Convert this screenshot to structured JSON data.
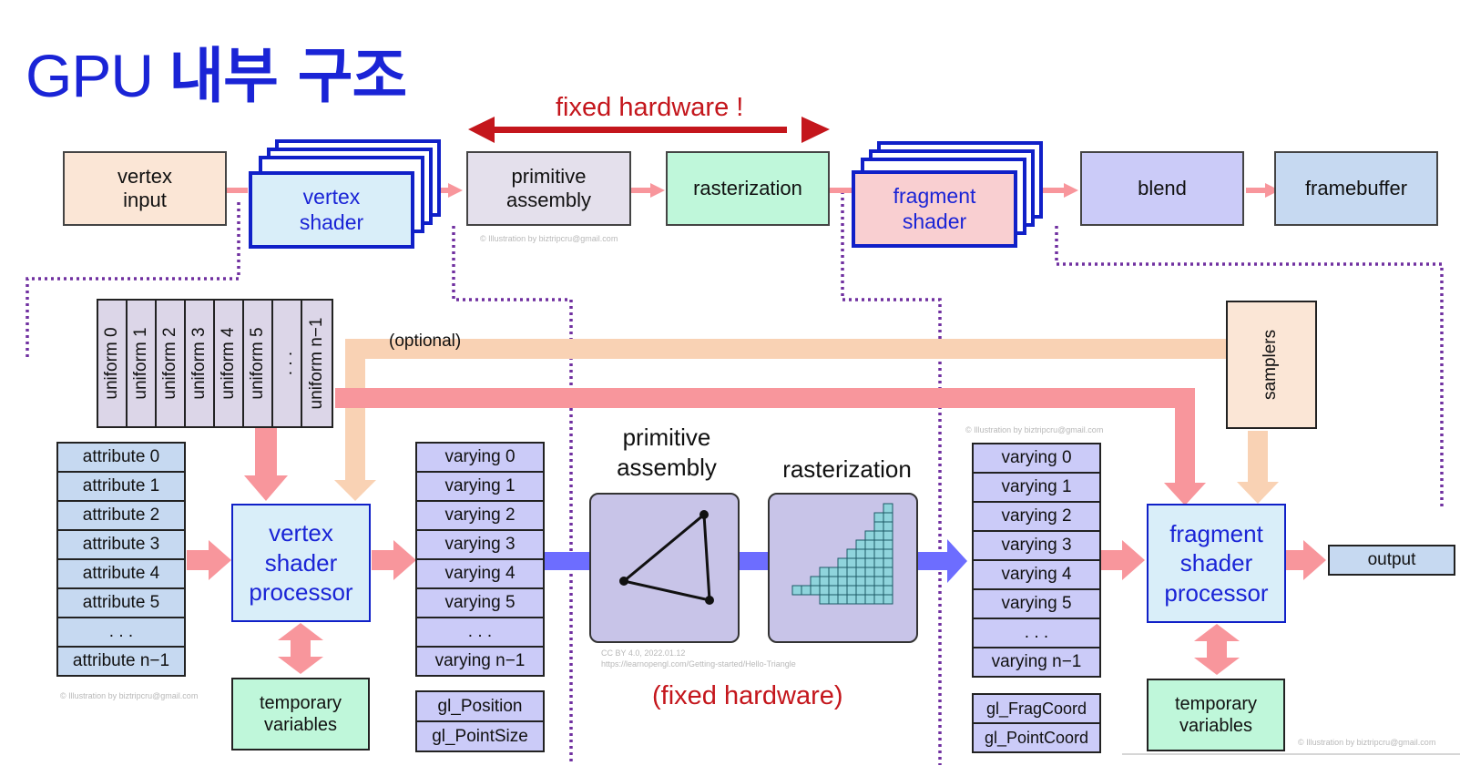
{
  "title": {
    "latin": "GPU",
    "korean": "내부 구조"
  },
  "top_pipeline": {
    "fixed_label": "fixed hardware !",
    "vertex_input": "vertex\ninput",
    "vertex_shader": "vertex\nshader",
    "primitive_assembly": "primitive\nassembly",
    "rasterization": "rasterization",
    "fragment_shader": "fragment\nshader",
    "blend": "blend",
    "framebuffer": "framebuffer"
  },
  "uniforms": [
    "uniform 0",
    "uniform 1",
    "uniform 2",
    "uniform 3",
    "uniform 4",
    "uniform 5",
    ". . .",
    "uniform n−1"
  ],
  "optional_label": "(optional)",
  "samplers": "samplers",
  "attributes": [
    "attribute 0",
    "attribute 1",
    "attribute 2",
    "attribute 3",
    "attribute 4",
    "attribute 5",
    ". . .",
    "attribute n−1"
  ],
  "vertex_processor": "vertex\nshader\nprocessor",
  "vertex_temp": "temporary\nvariables",
  "varyings_out": [
    "varying 0",
    "varying 1",
    "varying 2",
    "varying 3",
    "varying 4",
    "varying 5",
    ". . .",
    "varying n−1"
  ],
  "vertex_builtins": [
    "gl_Position",
    "gl_PointSize"
  ],
  "mid_primitive_label": "primitive\nassembly",
  "mid_raster_label": "rasterization",
  "fixed_hw_label": "(fixed hardware)",
  "varyings_in": [
    "varying 0",
    "varying 1",
    "varying 2",
    "varying 3",
    "varying 4",
    "varying 5",
    ". . .",
    "varying n−1"
  ],
  "fragment_builtins": [
    "gl_FragCoord",
    "gl_PointCoord"
  ],
  "fragment_processor": "fragment\nshader\nprocessor",
  "fragment_temp": "temporary\nvariables",
  "output": "output",
  "credits": {
    "c1": "© Illustration by biztripcru@gmail.com",
    "c2": "© Illustration by biztripcru@gmail.com",
    "c3": "© Illustration by biztripcru@gmail.com",
    "c4": "© Illustration by biztripcru@gmail.com",
    "cc_line1": "CC BY 4.0, 2022.01.12",
    "cc_line2": "https://learnopengl.com/Getting-started/Hello-Triangle"
  },
  "colors": {
    "title_blue": "#1a24d6",
    "label_red": "#c4161c",
    "vertex_input_fill": "#fbe6d6",
    "shader_fill": "#d9eef9",
    "shader_border": "#1020c8",
    "fragment_fill": "#f9cfd1",
    "assembly_fill": "#e4e0ec",
    "raster_fill": "#bff7da",
    "blend_fill": "#cbcbf8",
    "framebuffer_fill": "#c6d9f1",
    "attribute_fill": "#c6d9f1",
    "varying_fill": "#cbcbf8",
    "temp_fill": "#bff7da",
    "samplers_fill": "#fbe6d6",
    "pink_arrow": "#f8969c",
    "peach_arrow": "#f9d2b4",
    "blue_arrow": "#6d6dff",
    "purple_dots": "#7030a0"
  }
}
